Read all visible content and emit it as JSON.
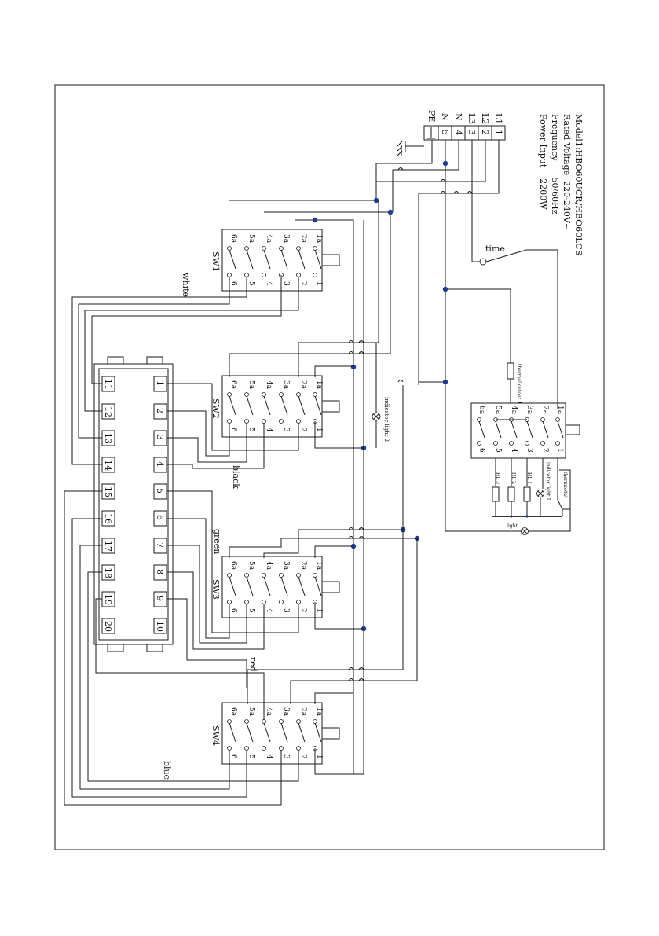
{
  "spec": {
    "model": "Model1:HBO60UCR/HBO60LCS",
    "rated_voltage": "Rated Voltage  220-240V~",
    "frequency": "Frequency      50/60Hz",
    "power_input": "Power Input    2200W"
  },
  "terminal_block": {
    "labels": [
      "L1",
      "L2",
      "L3",
      "N",
      "N",
      "PE"
    ],
    "numbers": [
      "1",
      "2",
      "3",
      "4",
      "5"
    ]
  },
  "timer_label": "time",
  "connector": {
    "left_column": [
      "11",
      "12",
      "13",
      "14",
      "15",
      "16",
      "17",
      "18",
      "19",
      "20"
    ],
    "right_column": [
      "1",
      "2",
      "3",
      "4",
      "5",
      "6",
      "7",
      "8",
      "9",
      "10"
    ]
  },
  "switch_names": [
    "SW1",
    "SW2",
    "SW3",
    "SW4"
  ],
  "switch_top_terminals": [
    "6a",
    "5a",
    "4a",
    "3a",
    "2a",
    "1a"
  ],
  "switch_bottom_terminals": [
    "6",
    "5",
    "4",
    "3",
    "2",
    "1"
  ],
  "main_switch_bottom_terminals": [
    "6",
    "5",
    "4",
    "3",
    "2",
    "1"
  ],
  "wire_colors": {
    "white": "white",
    "black": "black",
    "green": "green",
    "red": "red",
    "blue": "blue"
  },
  "components": {
    "indicator_light_2": "indicator light 2",
    "thermal_cutout": "thermal cutout 1",
    "thermostat": "thermostat",
    "indicator_light_1": "indicator light 1",
    "heater_3": "HL 3",
    "heater_2": "HL 2",
    "heater_1": "HL 1",
    "lamp": "light"
  },
  "colors": {
    "line": "#1a1a1a",
    "junction": "#1f3a93"
  }
}
